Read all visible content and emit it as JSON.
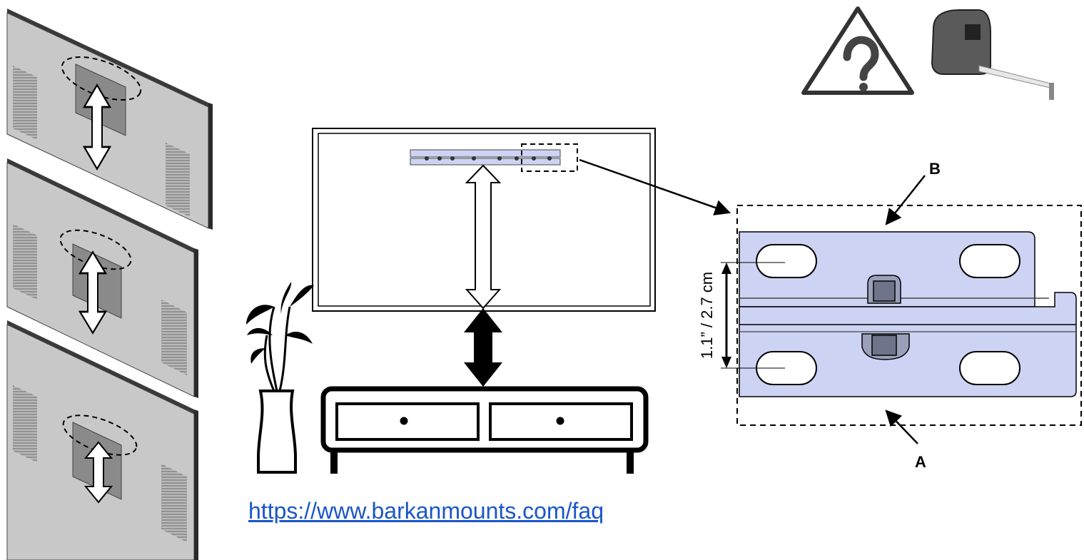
{
  "diagram": {
    "faq_link": "https://www.barkanmounts.com/faq",
    "label_a": "A",
    "label_b": "B",
    "dimension": "1.1” / 2.7 cm",
    "icons": [
      "warning-question-icon",
      "tape-measure-icon",
      "plant-icon",
      "tv-cabinet-icon"
    ],
    "colors": {
      "panel": "#c9c9c9",
      "panel_edge": "#3a3a3a",
      "bracket_fill": "#cdd3f3",
      "link": "#1a56c9"
    }
  }
}
